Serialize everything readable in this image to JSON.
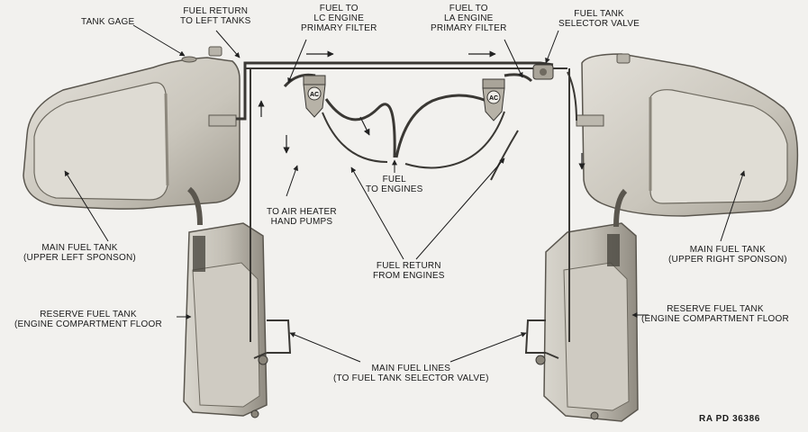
{
  "labels": {
    "tank_gage": "TANK GAGE",
    "fuel_return_left": [
      "FUEL RETURN",
      "TO LEFT TANKS"
    ],
    "lc_filter": [
      "FUEL TO",
      "LC ENGINE",
      "PRIMARY FILTER"
    ],
    "la_filter": [
      "FUEL TO",
      "LA ENGINE",
      "PRIMARY FILTER"
    ],
    "selector_valve": [
      "FUEL TANK",
      "SELECTOR VALVE"
    ],
    "air_heater": [
      "TO AIR HEATER",
      "HAND PUMPS"
    ],
    "fuel_to_engines": [
      "FUEL",
      "TO ENGINES"
    ],
    "main_left": [
      "MAIN FUEL TANK",
      "(UPPER LEFT SPONSON)"
    ],
    "main_right": [
      "MAIN FUEL TANK",
      "(UPPER RIGHT SPONSON)"
    ],
    "fuel_return_engines": [
      "FUEL RETURN",
      "FROM ENGINES"
    ],
    "reserve_left": [
      "RESERVE FUEL TANK",
      "(ENGINE COMPARTMENT FLOOR"
    ],
    "reserve_right": [
      "RESERVE FUEL TANK",
      "(ENGINE COMPARTMENT FLOOR"
    ],
    "main_lines": [
      "MAIN FUEL LINES",
      "(TO FUEL TANK SELECTOR VALVE)"
    ],
    "filter_badge": "AC",
    "ref": "RA PD 36386"
  },
  "colors": {
    "background": "#f2f1ee",
    "tank": "#cfcbc2",
    "tank_shade": "#9d988d",
    "line": "#3a3834",
    "text": "#1a1a1a"
  }
}
